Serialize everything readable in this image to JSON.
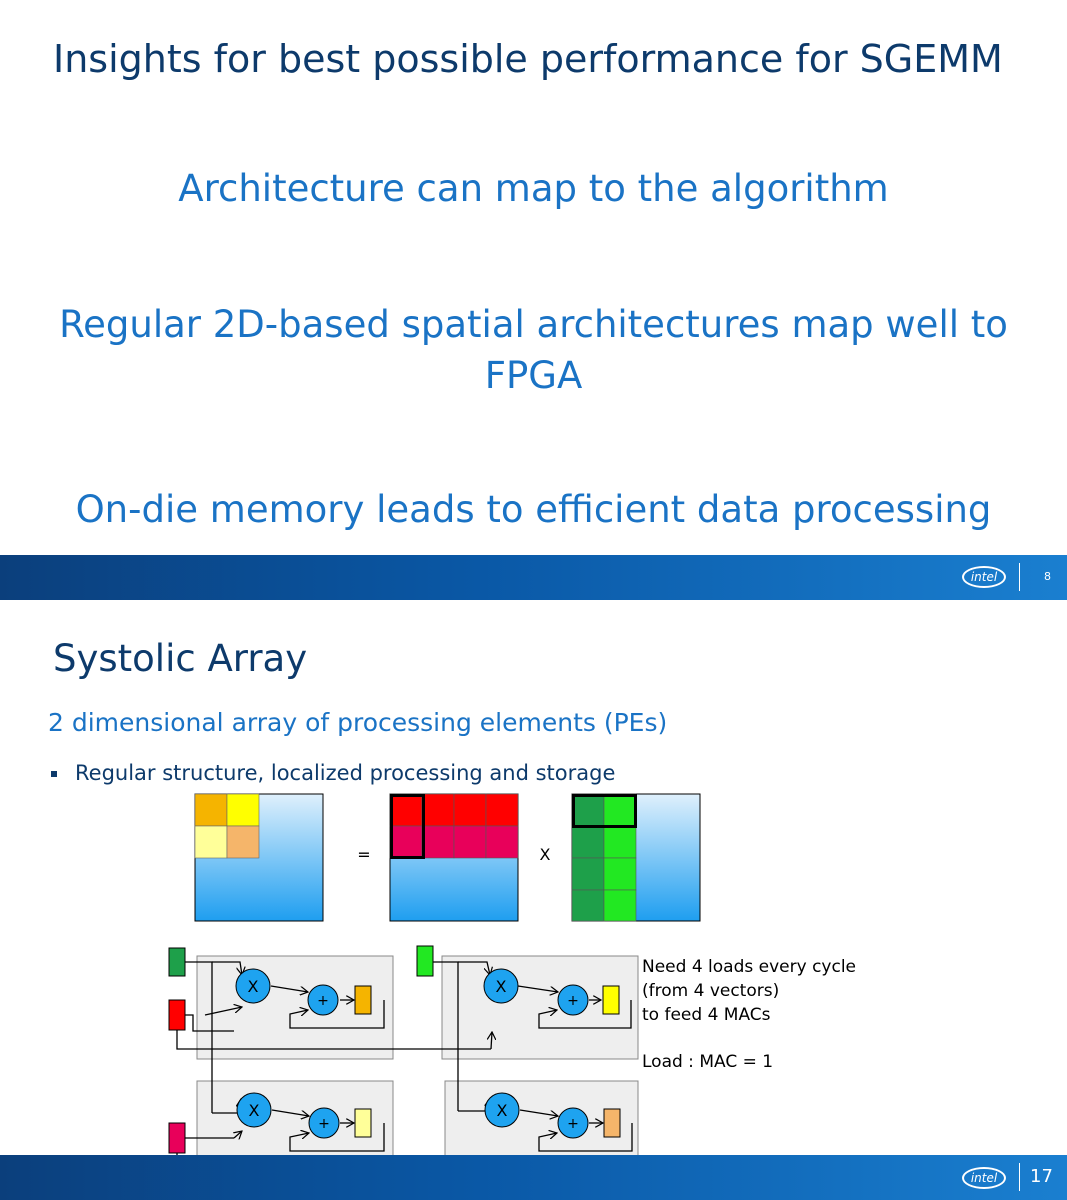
{
  "slide1": {
    "title": "Insights for best possible performance for SGEMM",
    "insight1": "Architecture can map to the algorithm",
    "insight2_line1": "Regular 2D-based spatial architectures map well to",
    "insight2_line2": "FPGA",
    "insight3": "On-die memory leads to efficient data processing",
    "logo": "intel",
    "page_number": "8"
  },
  "slide2": {
    "title": "Systolic Array",
    "subtitle": "2 dimensional array of processing elements (PEs)",
    "bullet": "Regular structure, localized processing and storage",
    "equals": "=",
    "times": "X",
    "mult_symbol": "X",
    "add_symbol": "+",
    "note_lines": [
      "Need 4 loads every cycle",
      "(from 4 vectors)",
      "to feed 4 MACs"
    ],
    "note_ratio": "Load : MAC = 1",
    "logo": "intel",
    "page_number": "17"
  },
  "colors": {
    "title": "#0d3a6b",
    "accent": "#1a73c5",
    "footer_dark": "#0b3f7c",
    "footer_light": "#1a7fd0"
  }
}
